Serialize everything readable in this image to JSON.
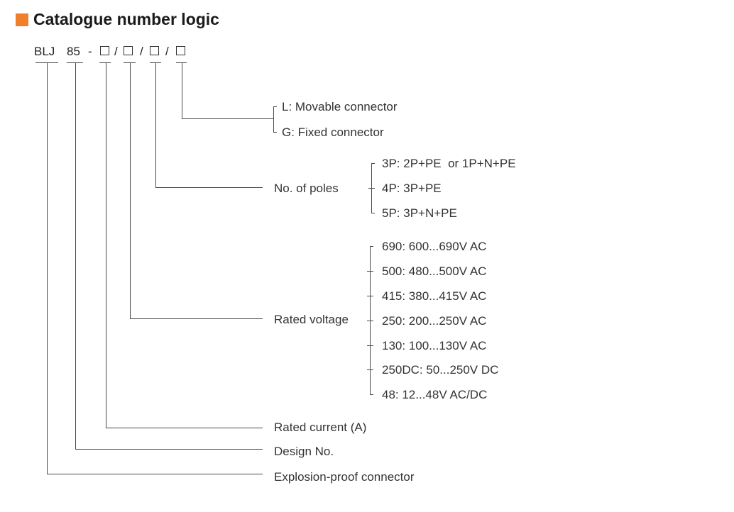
{
  "title": "Catalogue number logic",
  "accent_color": "#f07f2c",
  "code": {
    "prefix": "BLJ",
    "design": "85",
    "dash": "-",
    "separator": "/"
  },
  "connector": {
    "options": [
      "L: Movable connector",
      "G: Fixed connector"
    ]
  },
  "poles": {
    "label": "No. of poles",
    "options": [
      "3P: 2P+PE  or 1P+N+PE",
      "4P: 3P+PE",
      "5P: 3P+N+PE"
    ]
  },
  "voltage": {
    "label": "Rated voltage",
    "options": [
      "690: 600...690V AC",
      "500: 480...500V AC",
      "415: 380...415V AC",
      "250: 200...250V AC",
      "130: 100...130V AC",
      "250DC: 50...250V DC",
      "48: 12...48V AC/DC"
    ]
  },
  "rated_current": {
    "label": "Rated current (A)"
  },
  "design_no": {
    "label": "Design No."
  },
  "explosion_proof": {
    "label": "Explosion-proof connector"
  }
}
